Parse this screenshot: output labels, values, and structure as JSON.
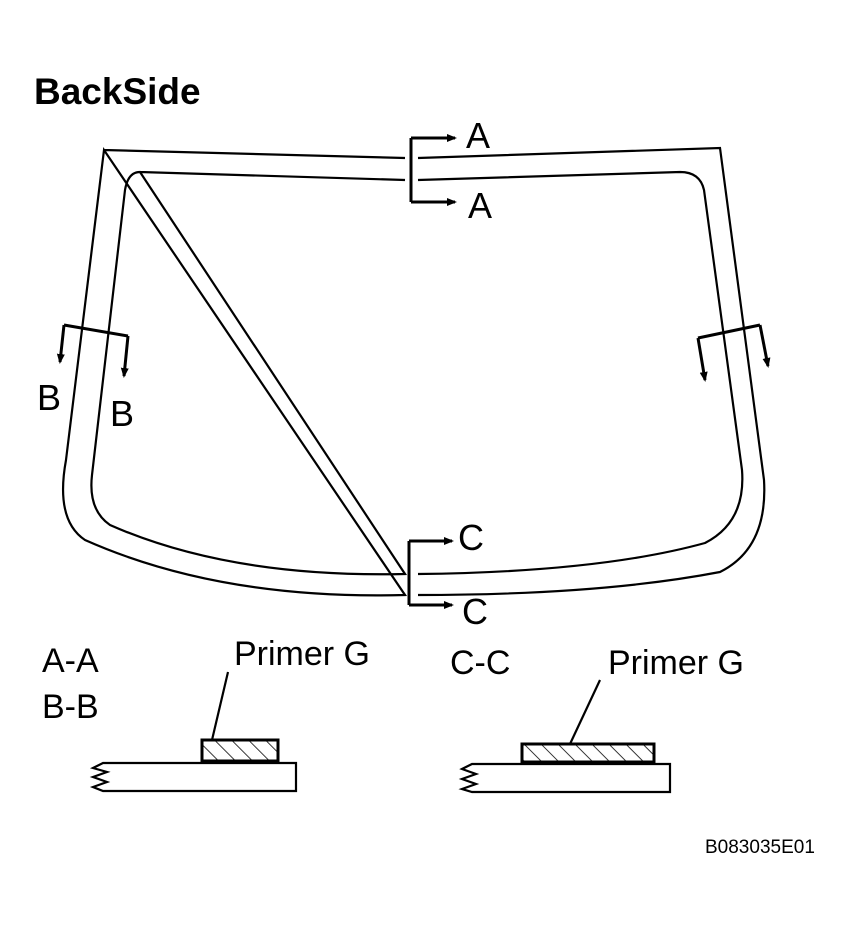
{
  "title": "BackSide",
  "section_markers": {
    "a_top": "A",
    "a_bottom": "A",
    "b_left": "B",
    "b_right": "B",
    "c_top": "C",
    "c_bottom": "C"
  },
  "sections": [
    {
      "labels": [
        "A-A",
        "B-B"
      ],
      "callout": "Primer G"
    },
    {
      "labels": [
        "C-C"
      ],
      "callout": "Primer G"
    }
  ],
  "figure_id": "B083035E01",
  "colors": {
    "line": "#000000",
    "background": "#ffffff"
  }
}
